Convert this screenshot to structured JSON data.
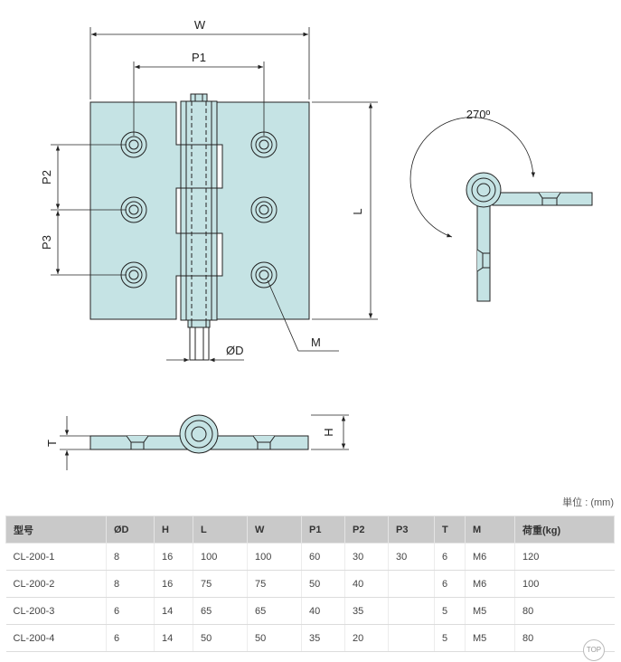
{
  "drawing": {
    "labels": {
      "w": "W",
      "p1": "P1",
      "p2": "P2",
      "p3": "P3",
      "l": "L",
      "d": "ØD",
      "m": "M",
      "t": "T",
      "h": "H",
      "angle": "270º"
    },
    "colors": {
      "plate_fill": "#c5e3e4",
      "line": "#222222"
    }
  },
  "unit_note": "単位 : (mm)",
  "table": {
    "headers": [
      "型号",
      "ØD",
      "H",
      "L",
      "W",
      "P1",
      "P2",
      "P3",
      "T",
      "M",
      "荷重(kg)"
    ],
    "rows": [
      [
        "CL-200-1",
        "8",
        "16",
        "100",
        "100",
        "60",
        "30",
        "30",
        "6",
        "M6",
        "120"
      ],
      [
        "CL-200-2",
        "8",
        "16",
        "75",
        "75",
        "50",
        "40",
        "",
        "6",
        "M6",
        "100"
      ],
      [
        "CL-200-3",
        "6",
        "14",
        "65",
        "65",
        "40",
        "35",
        "",
        "5",
        "M5",
        "80"
      ],
      [
        "CL-200-4",
        "6",
        "14",
        "50",
        "50",
        "35",
        "20",
        "",
        "5",
        "M5",
        "80"
      ]
    ]
  },
  "top_button": "TOP"
}
